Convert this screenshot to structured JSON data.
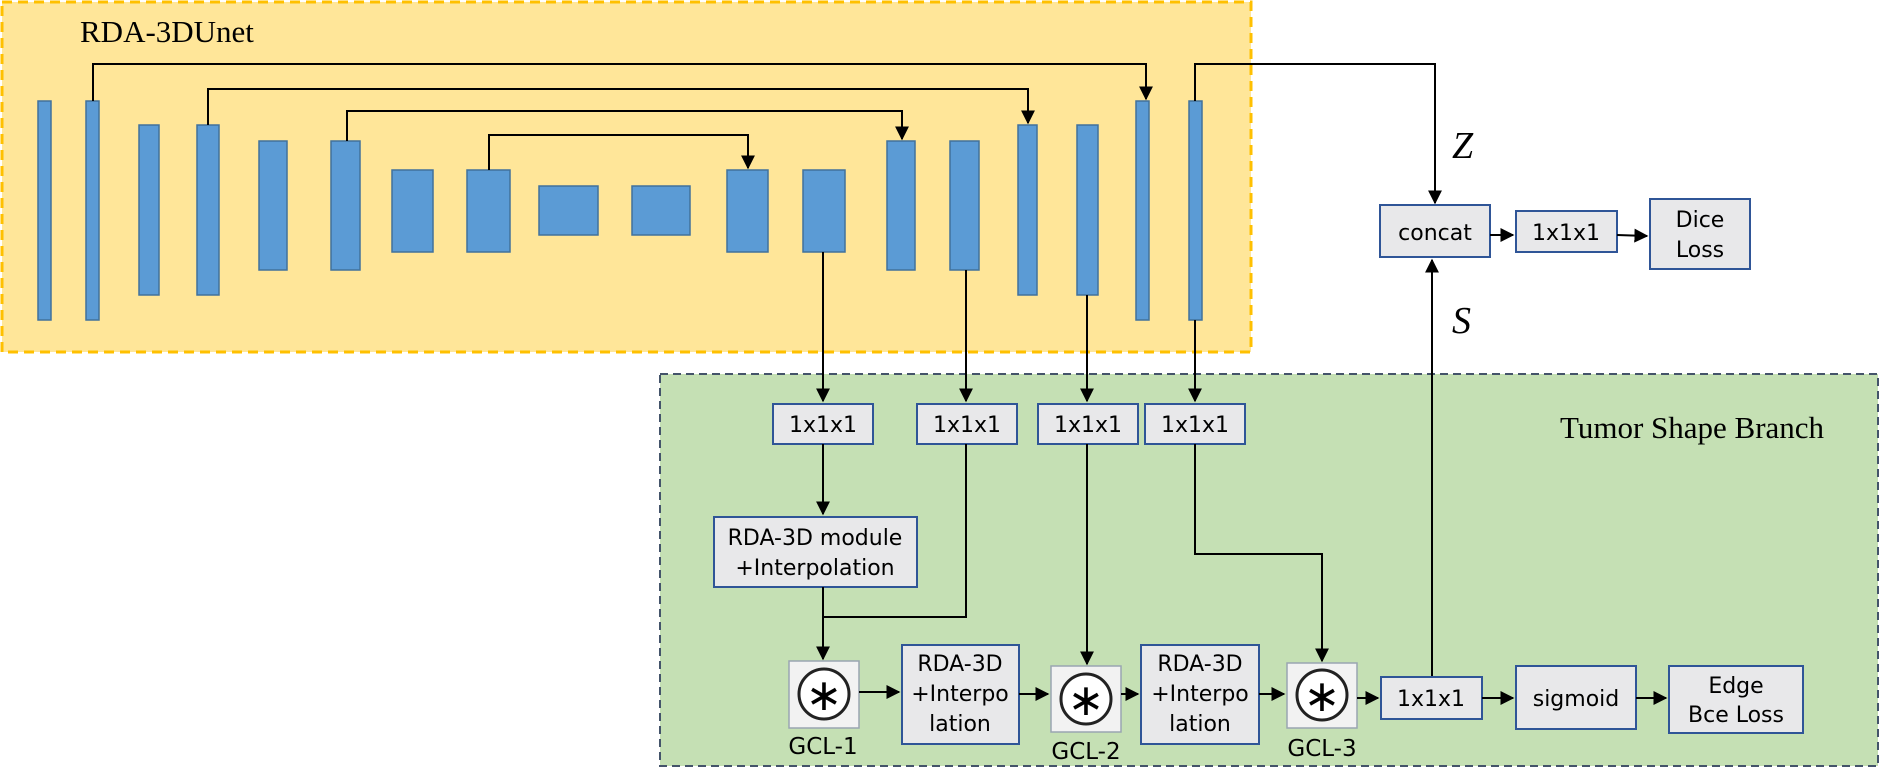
{
  "unet": {
    "title": "RDA-3DUnet"
  },
  "branch": {
    "title": "Tumor Shape Branch"
  },
  "vars": {
    "z": "Z",
    "s": "S"
  },
  "boxes": {
    "concat": "concat",
    "conv_top": "1x1x1",
    "dice_1": "Dice",
    "dice_2": "Loss",
    "conv_a": "1x1x1",
    "conv_b": "1x1x1",
    "conv_c": "1x1x1",
    "conv_d": "1x1x1",
    "rda_module_1": "RDA-3D module",
    "rda_module_2": "+Interpolation",
    "rda_interp1_1": "RDA-3D",
    "rda_interp1_2": "+Interpo",
    "rda_interp1_3": "lation",
    "rda_interp2_1": "RDA-3D",
    "rda_interp2_2": "+Interpo",
    "rda_interp2_3": "lation",
    "conv_out": "1x1x1",
    "sigmoid": "sigmoid",
    "edge_1": "Edge",
    "edge_2": "Bce Loss"
  },
  "gcl": {
    "g1": "GCL-1",
    "g2": "GCL-2",
    "g3": "GCL-3",
    "symbol": "∗"
  },
  "colors": {
    "unet_fill": "#ffe699",
    "unet_border": "#ffc000",
    "branch_fill": "#c5e0b4",
    "branch_border": "#44546a",
    "feature_bar": "#5b9bd5",
    "box_fill": "#e8e8ea",
    "box_border": "#2f5597"
  }
}
